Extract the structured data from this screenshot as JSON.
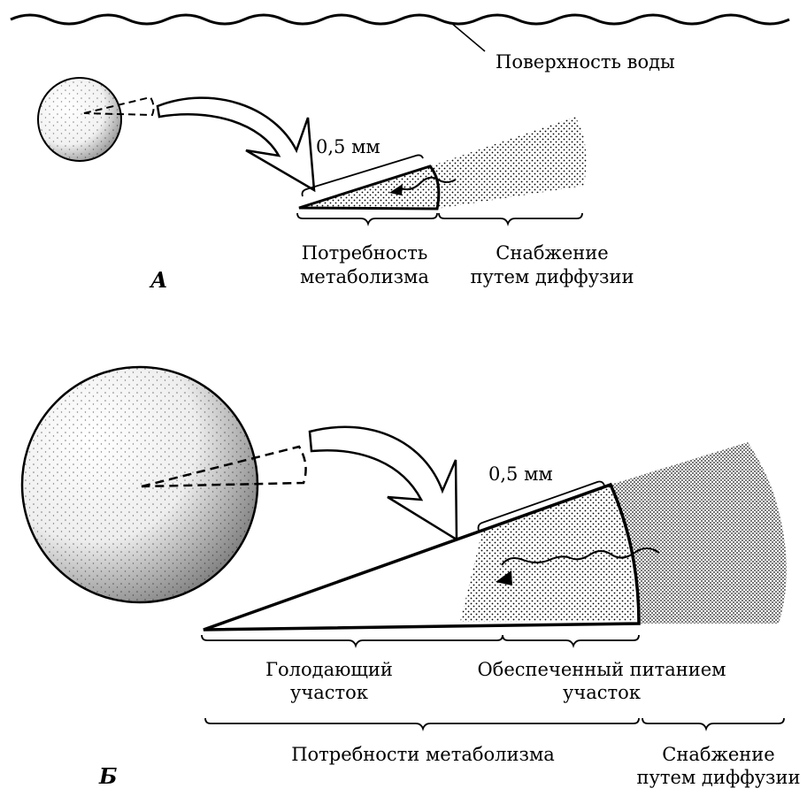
{
  "surface_label": "Поверхность воды",
  "panel_a": {
    "letter": "А",
    "scale_label": "0,5 мм",
    "left_label": [
      "Потребность",
      "метаболизма"
    ],
    "right_label": [
      "Снабжение",
      "путем диффузии"
    ]
  },
  "panel_b": {
    "letter": "Б",
    "scale_label": "0,5 мм",
    "starving_label": [
      "Голодающий",
      "участок"
    ],
    "fed_label": [
      "Обеспеченный питанием",
      "участок"
    ],
    "metabolism_label": "Потребности метаболизма",
    "diffusion_label": [
      "Снабжение",
      "путем диффузии"
    ]
  },
  "colors": {
    "ink": "#000000",
    "background": "#ffffff"
  }
}
